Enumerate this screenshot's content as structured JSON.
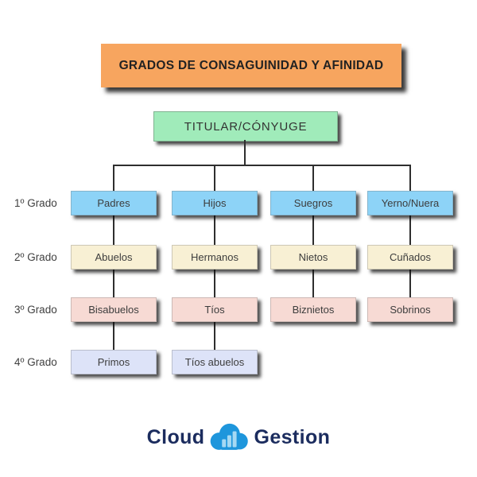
{
  "title": "GRADOS DE CONSAGUINIDAD Y AFINIDAD",
  "root": {
    "label": "TITULAR/CÓNYUGE"
  },
  "row_labels": [
    "1º Grado",
    "2º Grado",
    "3º Grado",
    "4º Grado"
  ],
  "columns": [
    [
      "Padres",
      "Abuelos",
      "Bisabuelos",
      "Primos"
    ],
    [
      "Hijos",
      "Hermanos",
      "Tíos",
      "Tíos abuelos"
    ],
    [
      "Suegros",
      "Nietos",
      "Biznietos"
    ],
    [
      "Yerno/Nuera",
      "Cuñados",
      "Sobrinos"
    ]
  ],
  "logo": {
    "left": "Cloud",
    "right": "Gestion",
    "icon": "cloud-bar-chart-icon"
  },
  "colors": {
    "banner": "#F7A55F",
    "root": "#A0EBBA",
    "grade1": "#8DD3F7",
    "grade2": "#F8F0D4",
    "grade3": "#F7DAD4",
    "grade4": "#DDE3F8",
    "line": "#2E2E2E",
    "logo_text": "#1B2C5E",
    "logo_cloud": "#1E96DC",
    "logo_bars": "#A6D9F3"
  }
}
